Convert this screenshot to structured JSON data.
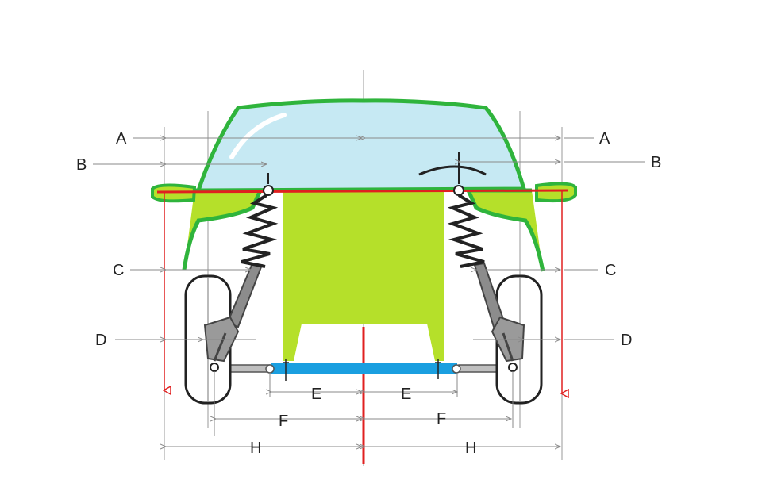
{
  "labels": {
    "a_left": "A",
    "a_right": "A",
    "b_left": "B",
    "b_right": "B",
    "c_left": "C",
    "c_right": "C",
    "d_left": "D",
    "d_right": "D",
    "e_left": "E",
    "e_right": "E",
    "f_left": "F",
    "f_right": "F",
    "h_left": "H",
    "h_right": "H"
  },
  "colors": {
    "body_outline": "#2fb43c",
    "glass": "#c6e9f3",
    "chassis_fill": "#b5e02a",
    "axle_beam": "#1a9fe0",
    "reference_line": "#e02020",
    "dimension_line": "#8a8a8a",
    "tire": "#ffffff",
    "strut": "#8c8c8c"
  },
  "icons": {
    "car": "car-front-view-icon",
    "spring": "coil-spring-icon",
    "wheel": "wheel-icon",
    "arrow": "arrow-down-icon"
  }
}
